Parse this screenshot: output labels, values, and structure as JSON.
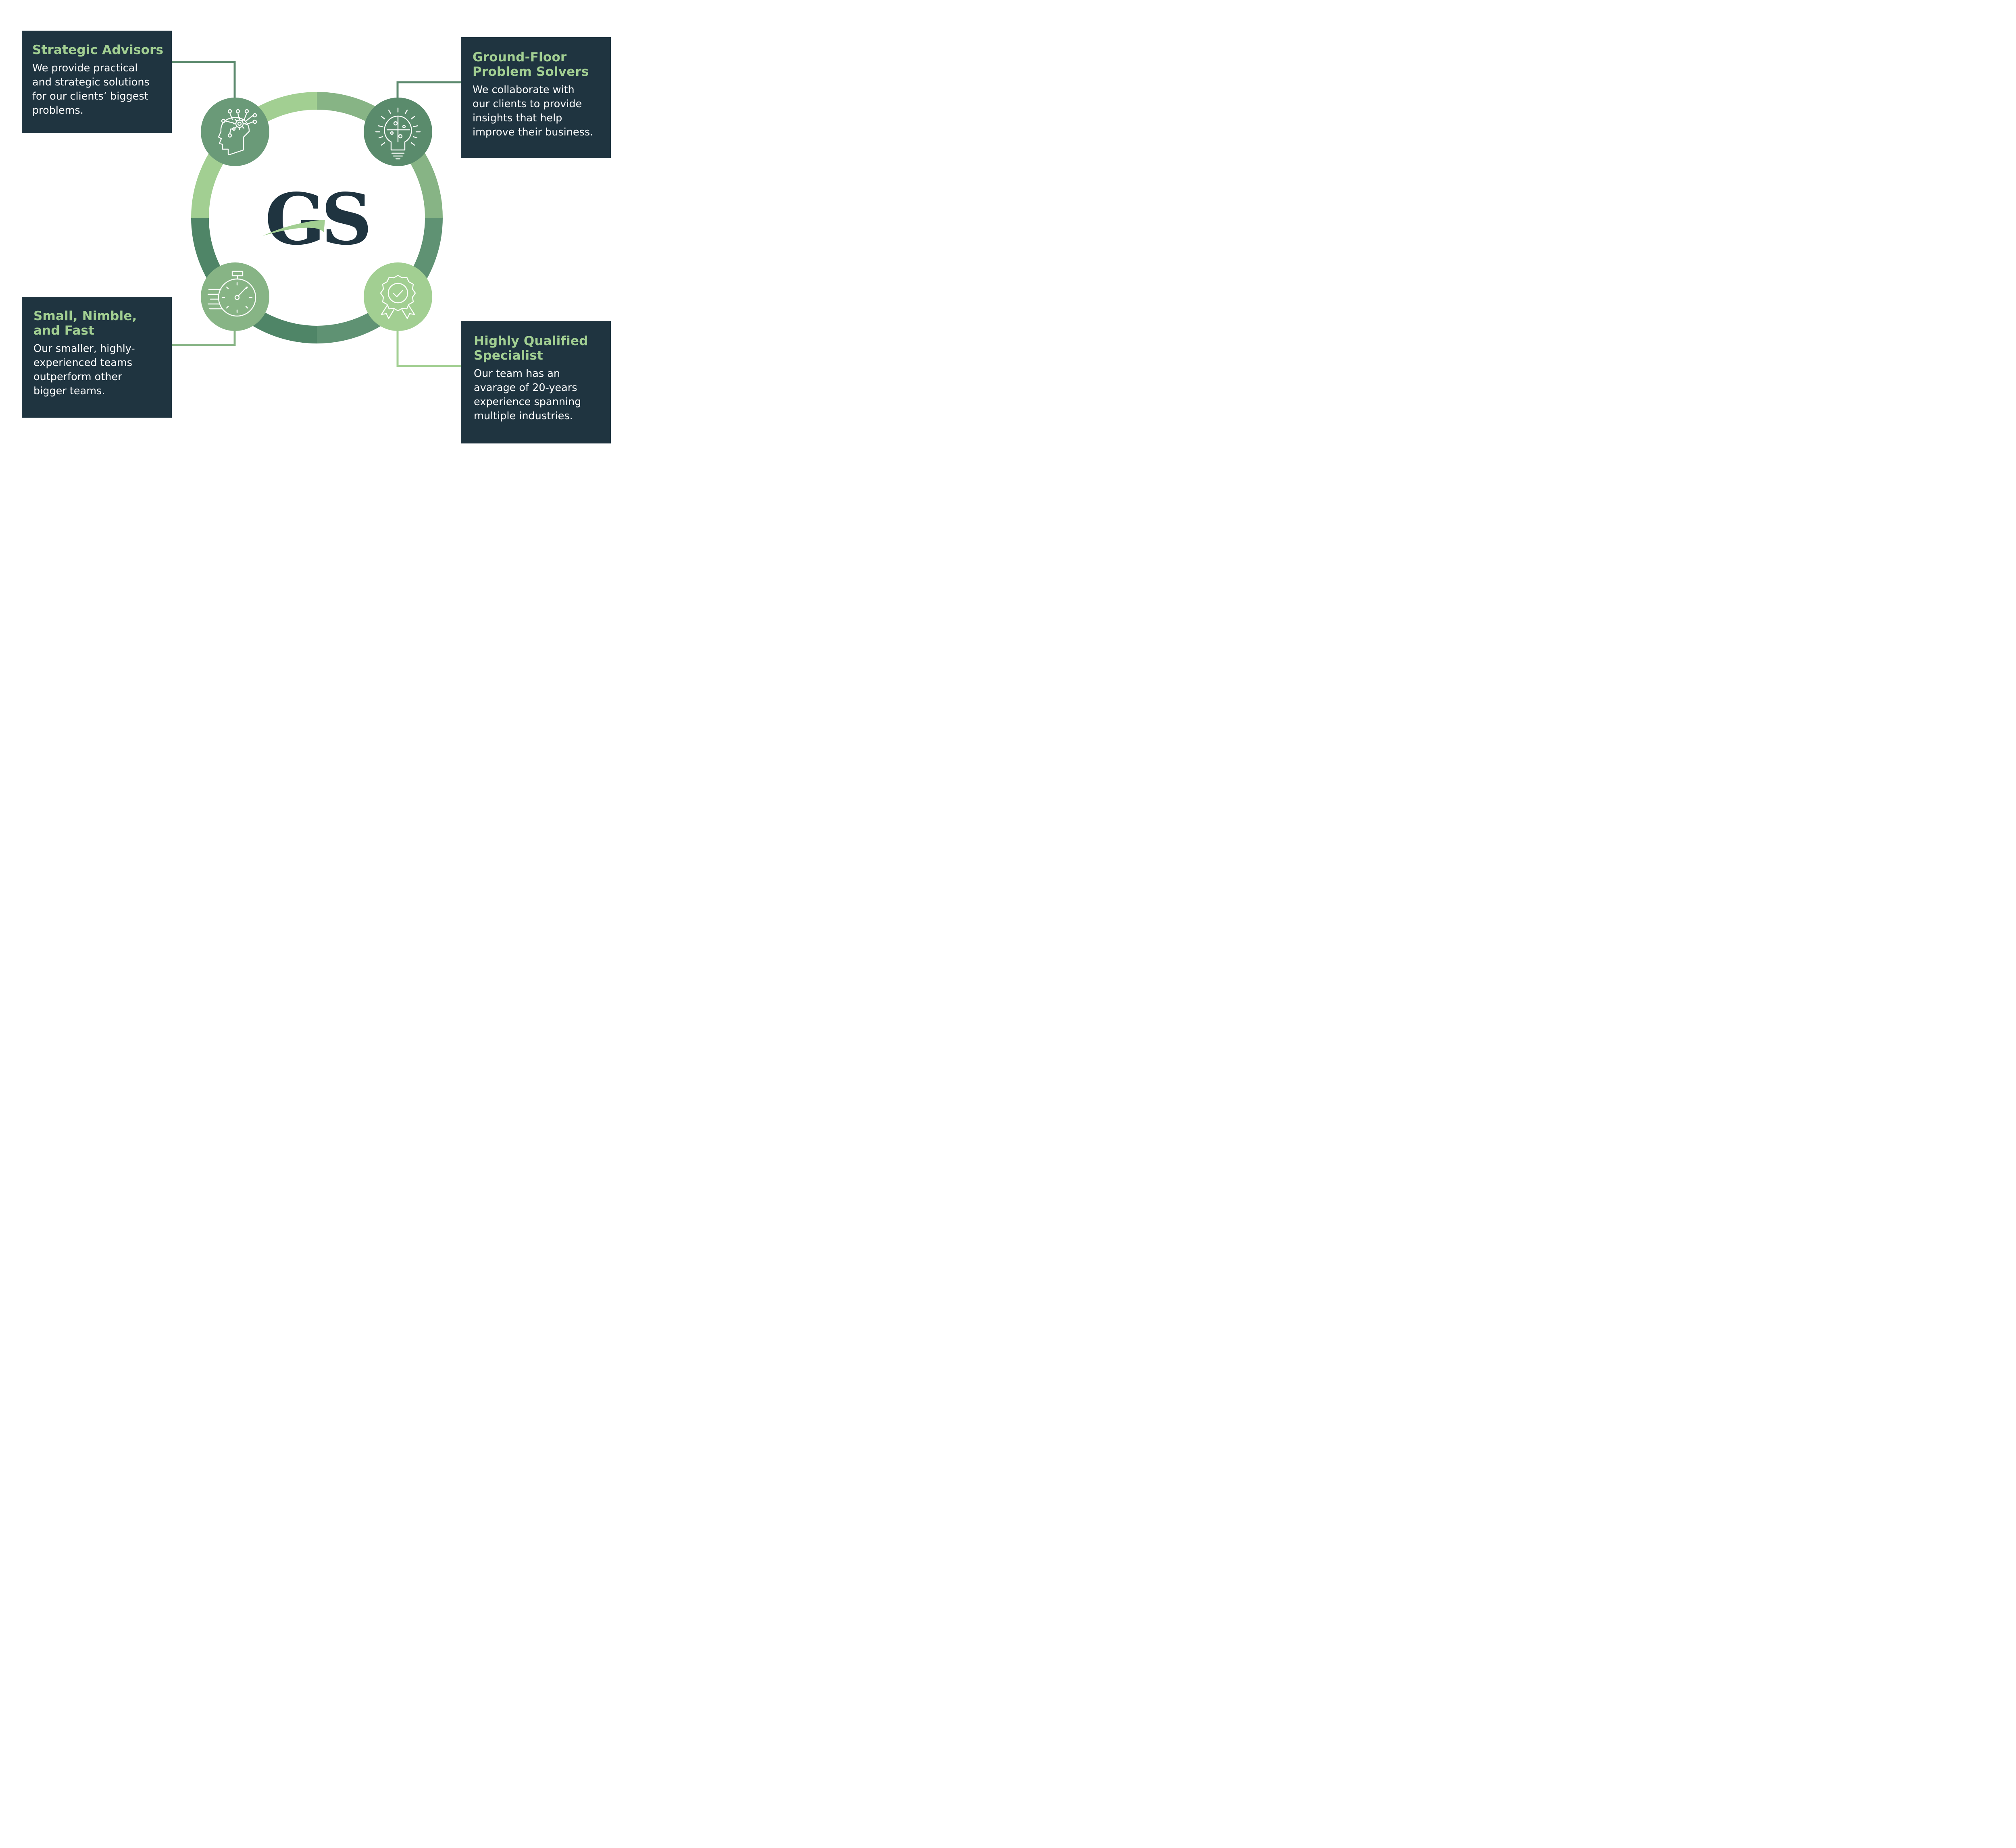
{
  "logo": {
    "text": "GS"
  },
  "colors": {
    "card_bg": "#1f3440",
    "title_green": "#a2cf92",
    "ring_light": "#a2cf92",
    "ring_mid": "#87b485",
    "ring_dark": "#5c8a6e",
    "ring_darker": "#4f8567",
    "logo_navy": "#1f3440"
  },
  "cards": {
    "strategic": {
      "title": "Strategic Advisors",
      "body": "We provide practical\nand strategic solutions\nfor our clients’ biggest\nproblems.",
      "icon": "head-gear-icon"
    },
    "ground_floor": {
      "title": "Ground-Floor\nProblem Solvers",
      "body": "We collaborate with\nour clients to provide\ninsights that help\nimprove their business.",
      "icon": "lightbulb-puzzle-icon"
    },
    "small_nimble": {
      "title": "Small, Nimble,\nand Fast",
      "body": "Our smaller, highly-\nexperienced teams\noutperform other\nbigger teams.",
      "icon": "stopwatch-icon"
    },
    "qualified": {
      "title": "Highly Qualified\nSpecialist",
      "body": "Our team has an\navarage of 20-years\nexperience spanning\nmultiple industries.",
      "icon": "award-badge-icon"
    }
  }
}
